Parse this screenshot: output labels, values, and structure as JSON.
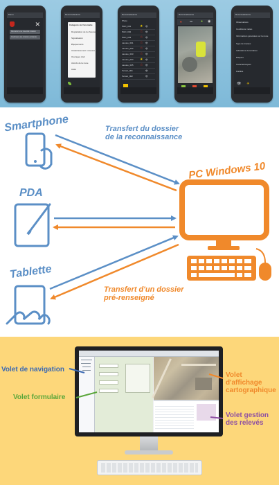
{
  "phones": {
    "p1": {
      "title": "Menu",
      "items": [
        "Démarrer une nouvelle mission",
        "Continuer une mission existante"
      ]
    },
    "p2": {
      "title": "Reconnaissance",
      "dialog_title": "Catégorie de l'anomalie",
      "items": [
        "Dégradation de la chaussée",
        "Signalisation",
        "Équipements",
        "Assainissement / réseaux",
        "Ouvrages d'art",
        "Abords de la route",
        "Autre"
      ]
    },
    "p3": {
      "title": "Reconnaissance",
      "header": "Photo",
      "rows": [
        "PHO_001",
        "PHO_002",
        "PHO_003",
        "Lacune_001",
        "Lacune_002",
        "Lacune_003",
        "Lacune_004",
        "Lacune_005",
        "Terrain_001",
        "Terrain_002"
      ]
    },
    "p4": {
      "title": "Reconnaissance",
      "tab": "OK"
    },
    "p5": {
      "title": "Reconnaissance",
      "items": [
        "Observations",
        "Conditions météo",
        "Informations générales sur la route",
        "Type de travaux",
        "Indications de la liaison",
        "Risques",
        "Caractéristiques",
        "Fiabilité"
      ]
    }
  },
  "devices": {
    "smartphone": "Smartphone",
    "pda": "PDA",
    "tablette": "Tablette",
    "pc": "PC Windows 10"
  },
  "captions": {
    "upload_line1": "Transfert du dossier",
    "upload_line2": "de la reconnaissance",
    "download_line1": "Transfert d'un dossier",
    "download_line2": "pré-renseigné"
  },
  "panels": {
    "navigation": "Volet de navigation",
    "formulaire": "Volet formulaire",
    "carto_line1": "Volet",
    "carto_line2": "d'affichage",
    "carto_line3": "cartographique",
    "gestion_line1": "Volet gestion",
    "gestion_line2": "des relevés"
  },
  "colors": {
    "blue": "#5b8fc6",
    "orange": "#f0892b",
    "green": "#5aa63a",
    "purple": "#8e4fa3",
    "navy": "#3b69b2",
    "sky": "#9ccbe3",
    "yellow": "#fdd77a"
  }
}
